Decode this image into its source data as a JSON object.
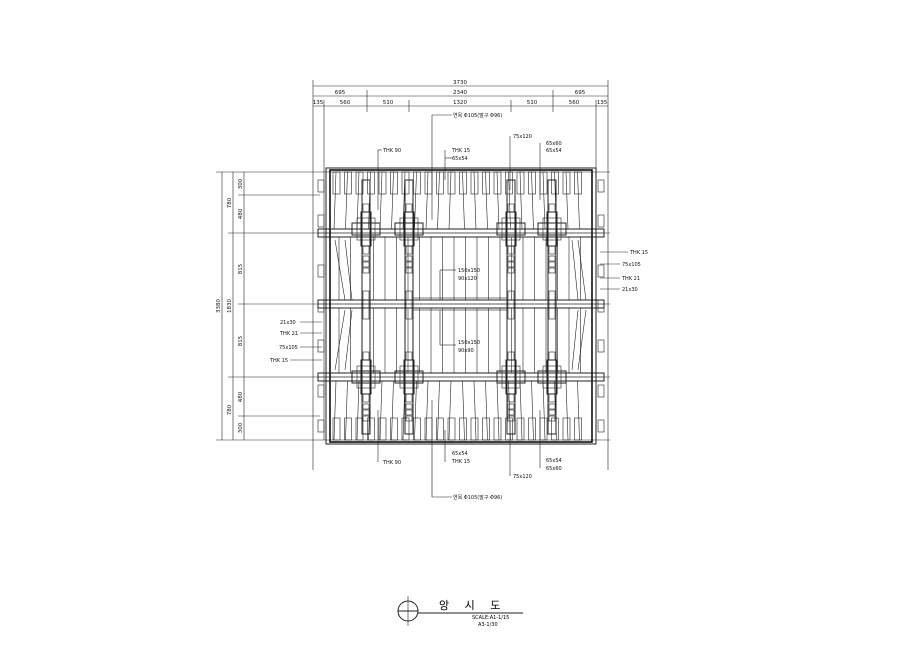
{
  "dimensions": {
    "top_overall": "3730",
    "top_second": [
      "695",
      "2340",
      "695"
    ],
    "top_third": [
      "135",
      "560",
      "510",
      "1320",
      "510",
      "560",
      "135"
    ],
    "left_overall": "3380",
    "left_second": [
      "780",
      "1830",
      "780"
    ],
    "left_third": [
      "300",
      "480",
      "815",
      "815",
      "480",
      "300"
    ]
  },
  "labels": {
    "top_note": "연목 Φ105(말구 Φ96)",
    "bottom_note": "연목 Φ105(말구 Φ96)",
    "thk90_top": "THK 90",
    "thk15_top": "THK 15",
    "s65x54_top": "65x54",
    "s75x120_top": "75x120",
    "s65x60_top": "65x60",
    "s65x54_top2": "65x54",
    "right_thk15": "THK 15",
    "right_75x105": "75x105",
    "right_thk21": "THK 21",
    "right_21x30": "21x30",
    "center_150x150": "150x150",
    "center_90x120": "90x120",
    "center_150x150b": "150x150",
    "center_90x90": "90x90",
    "left_21x30": "21x30",
    "left_thk21": "THK 21",
    "left_75x105": "75x105",
    "left_thk15": "THK 15",
    "thk90_bottom": "THK 90",
    "s65x54_bottom": "65x54",
    "thk15_bottom": "THK 15",
    "s75x120_bottom": "75x120",
    "s65x54_bottom2": "65x54",
    "s65x60_bottom": "65x60"
  },
  "title_block": {
    "title": "앙 시 도",
    "scale_1": "SCALE:A1-1/15",
    "scale_2": "A3-1/30"
  }
}
